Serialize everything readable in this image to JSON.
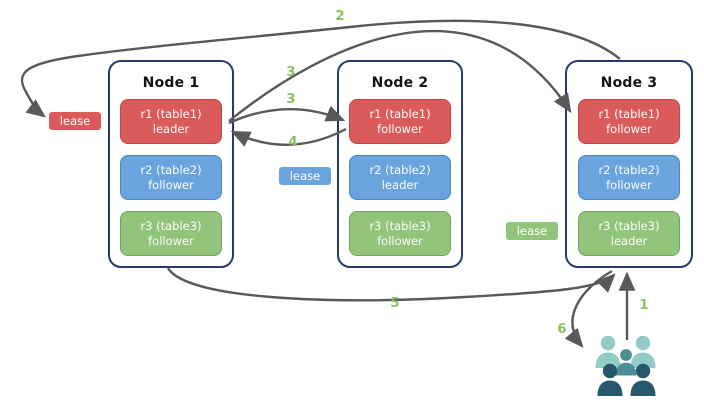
{
  "nodes": [
    {
      "title": "Node 1",
      "replicas": [
        {
          "name": "r1 (table1)",
          "role": "leader",
          "color": "#db5b5b"
        },
        {
          "name": "r2 (table2)",
          "role": "follower",
          "color": "#6aa4de"
        },
        {
          "name": "r3 (table3)",
          "role": "follower",
          "color": "#92c47b"
        }
      ]
    },
    {
      "title": "Node 2",
      "replicas": [
        {
          "name": "r1 (table1)",
          "role": "follower",
          "color": "#db5b5b"
        },
        {
          "name": "r2 (table2)",
          "role": "leader",
          "color": "#6aa4de"
        },
        {
          "name": "r3 (table3)",
          "role": "follower",
          "color": "#92c47b"
        }
      ]
    },
    {
      "title": "Node 3",
      "replicas": [
        {
          "name": "r1 (table1)",
          "role": "follower",
          "color": "#db5b5b"
        },
        {
          "name": "r2 (table2)",
          "role": "follower",
          "color": "#6aa4de"
        },
        {
          "name": "r3 (table3)",
          "role": "leader",
          "color": "#92c47b"
        }
      ]
    }
  ],
  "leases": [
    {
      "label": "lease",
      "color": "#db5b5b"
    },
    {
      "label": "lease",
      "color": "#6aa4de"
    },
    {
      "label": "lease",
      "color": "#92c47b"
    }
  ],
  "steps": {
    "s1": "1",
    "s2": "2",
    "s3a": "3",
    "s3b": "3",
    "s4": "4",
    "s5": "5",
    "s6": "6"
  },
  "icons": {
    "users": "user-group-icon"
  },
  "colors": {
    "node_border": "#29396a",
    "arrow": "#58595b",
    "step_label": "#8fc163",
    "users_light": "#93cbc7",
    "users_mid": "#4e8d96",
    "users_dark": "#25586b"
  }
}
